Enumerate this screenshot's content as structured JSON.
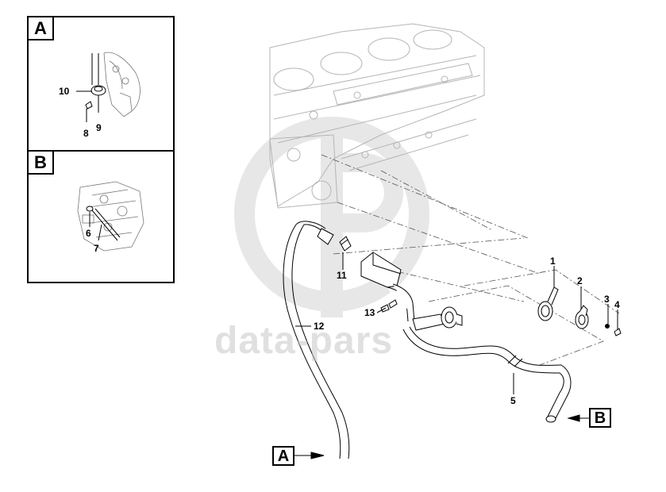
{
  "panels": {
    "a": {
      "letter": "A",
      "callouts": [
        "10",
        "8",
        "9"
      ]
    },
    "b": {
      "letter": "B",
      "callouts": [
        "6",
        "7"
      ]
    }
  },
  "callouts": {
    "c1": "1",
    "c2": "2",
    "c3": "3",
    "c4": "4",
    "c5": "5",
    "c11": "11",
    "c12": "12",
    "c13": "13"
  },
  "references": {
    "a": "A",
    "b": "B"
  },
  "watermark": {
    "text": "data-pars"
  }
}
